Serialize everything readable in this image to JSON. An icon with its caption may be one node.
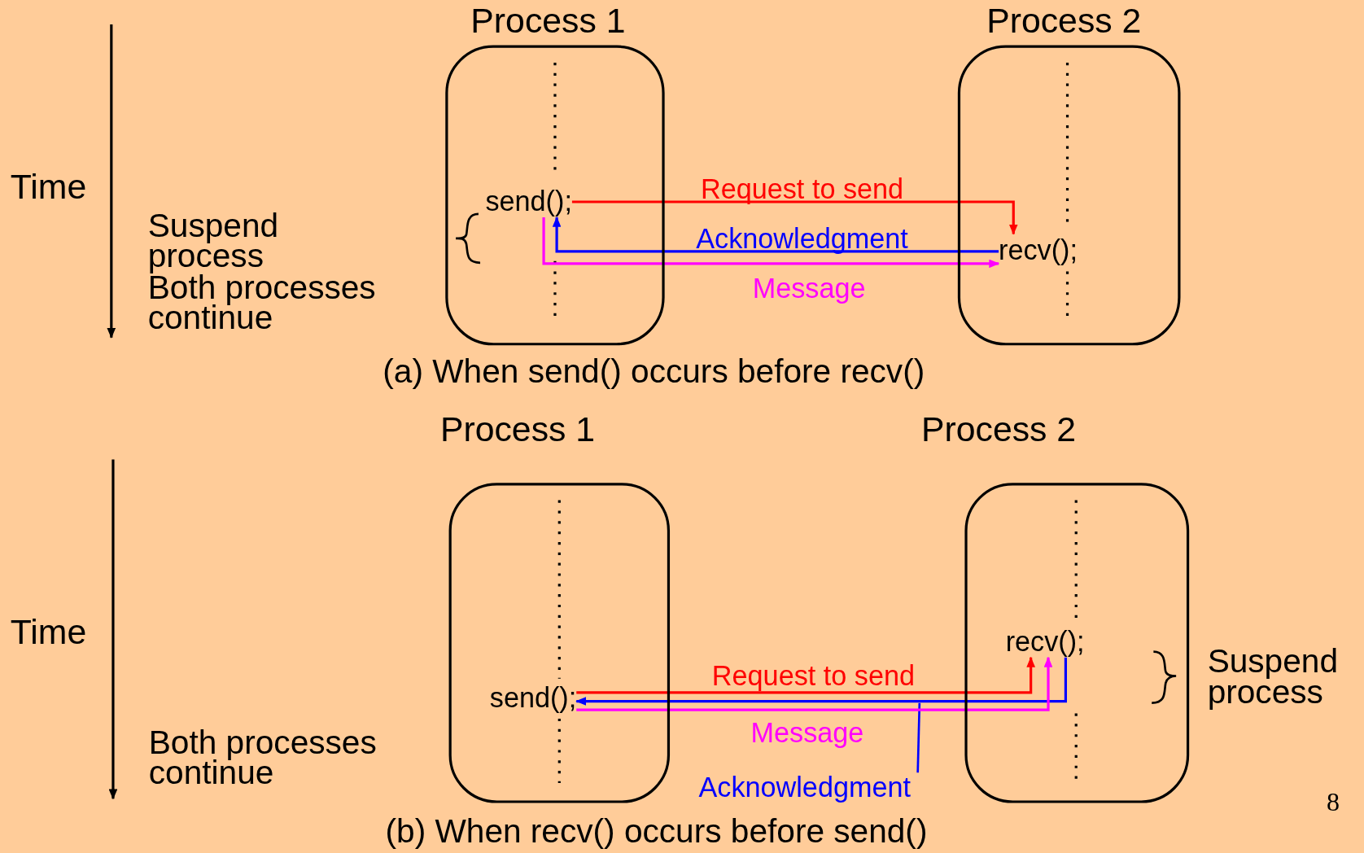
{
  "diagram": {
    "nodes": [
      {
        "text": [
          "Process 1"
        ]
      },
      {
        "text": [
          "send();"
        ],
        "in": 0
      },
      {
        "text": [
          "Process 2"
        ]
      },
      {
        "text": [
          "recv();"
        ],
        "in": 2
      },
      {
        "text": [
          "Process 1"
        ]
      },
      {
        "text": [
          "send();"
        ],
        "in": 4
      },
      {
        "text": [
          "Process 2"
        ]
      },
      {
        "text": [
          "recv();"
        ],
        "in": 6
      }
    ],
    "edges": [
      {
        "from": 1,
        "to": 3,
        "arrow": "to",
        "label": "Request to send",
        "color": "#ff0000"
      },
      {
        "from": 3,
        "to": 1,
        "arrow": "to",
        "label": "Acknowledgment",
        "color": "#0000ff"
      },
      {
        "from": 1,
        "to": 3,
        "arrow": "to",
        "label": "Message",
        "color": "#ff00ff"
      },
      {
        "from": 5,
        "to": 7,
        "arrow": "to",
        "label": "Request to send",
        "color": "#ff0000"
      },
      {
        "from": 7,
        "to": 5,
        "arrow": "to",
        "label": "Acknowledgment",
        "color": "#0000ff"
      },
      {
        "from": 5,
        "to": 7,
        "arrow": "to",
        "label": "Message",
        "color": "#ff00ff"
      }
    ],
    "labels": [
      "Time",
      "Suspend process",
      "Both processes continue",
      "(a) When send() occurs before recv()",
      "Time",
      "Both processes continue",
      "Suspend process",
      "(b) When recv() occurs before send()",
      "8"
    ]
  }
}
